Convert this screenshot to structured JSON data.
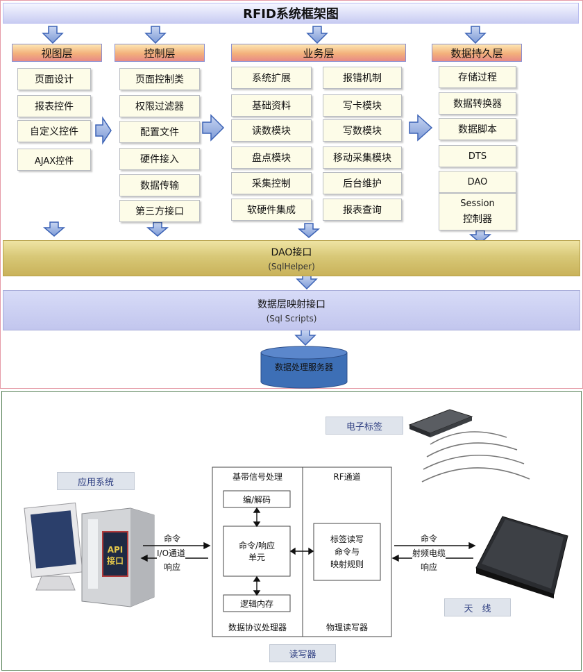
{
  "top": {
    "title": "RFID系统框架图",
    "layers": [
      {
        "name": "视图层",
        "items": [
          "页面设计",
          "报表控件",
          "自定义控件",
          "AJAX控件"
        ]
      },
      {
        "name": "控制层",
        "items": [
          "页面控制类",
          "权限过滤器",
          "配置文件",
          "硬件接入",
          "数据传输",
          "第三方接口"
        ]
      },
      {
        "name": "业务层",
        "left_items": [
          "系统扩展",
          "基础资料",
          "读数模块",
          "盘点模块",
          "采集控制",
          "软硬件集成"
        ],
        "right_items": [
          "报错机制",
          "写卡模块",
          "写数模块",
          "移动采集模块",
          "后台维护",
          "报表查询"
        ]
      },
      {
        "name": "数据持久层",
        "items": [
          "存储过程",
          "数据转换器",
          "数据脚本",
          "DTS",
          "DAO",
          "Session",
          "控制器"
        ]
      }
    ],
    "dao": {
      "title": "DAO接口",
      "sub": "(SqlHelper)"
    },
    "mapping": {
      "title": "数据层映射接口",
      "sub": "(Sql Scripts)"
    },
    "database": "数据处理服务器"
  },
  "bottom": {
    "app_system": "应用系统",
    "api_line1": "API",
    "api_line2": "接口",
    "left_cmd": "命令",
    "left_io": "I/O通道",
    "left_resp": "响应",
    "baseband_title": "基带信号处理",
    "rf_title": "RF通道",
    "codec": "编/解码",
    "cmd_unit_line1": "命令/响应",
    "cmd_unit_line2": "单元",
    "logic_mem": "逻辑内存",
    "tag_rw_line1": "标签读写",
    "tag_rw_line2": "命令与",
    "tag_rw_line3": "映射规则",
    "protocol_processor": "数据协议处理器",
    "physical_reader": "物理读写器",
    "right_cmd": "命令",
    "rf_cable": "射频电缆",
    "right_resp": "响应",
    "e_tag": "电子标签",
    "antenna": "天　线",
    "reader": "读写器"
  },
  "colors": {
    "arrow_fill": "#94aee0",
    "arrow_stroke": "#3b62b5",
    "db_fill": "#3d6fb6",
    "frame_top": "#e59aa6",
    "frame_bottom": "#4f7b4f"
  }
}
